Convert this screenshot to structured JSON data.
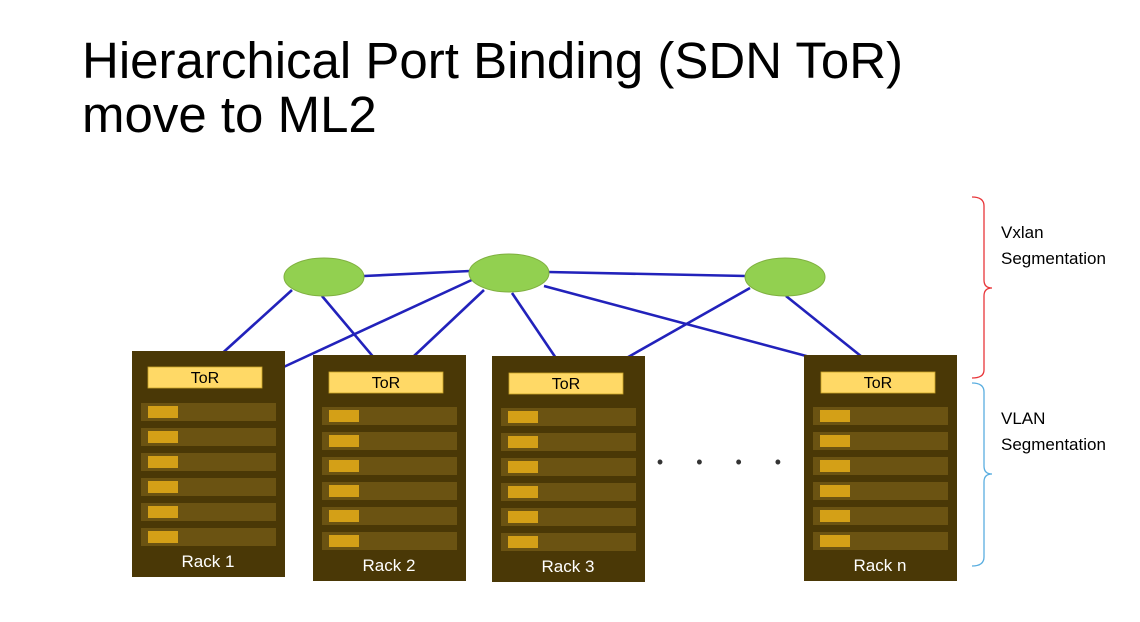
{
  "title": {
    "line1": "Hierarchical Port Binding (SDN ToR)",
    "line2": "move to ML2"
  },
  "segments": {
    "upper": {
      "line1": "Vxlan",
      "line2": "Segmentation",
      "color": "#e8363a"
    },
    "lower": {
      "line1": "VLAN",
      "line2": "Segmentation",
      "color": "#5aaee0"
    }
  },
  "switch_color": "#92d050",
  "link_color": "#2222bb",
  "rack_color": "#4a3806",
  "tor_color": "#ffd966",
  "slot_color": "#6b5312",
  "slot_tab_color": "#d4a017",
  "racks": [
    {
      "tor": "ToR",
      "label": "Rack 1"
    },
    {
      "tor": "ToR",
      "label": "Rack 2"
    },
    {
      "tor": "ToR",
      "label": "Rack 3"
    },
    {
      "tor": "ToR",
      "label": "Rack n"
    }
  ],
  "ellipsis": "• • • •"
}
